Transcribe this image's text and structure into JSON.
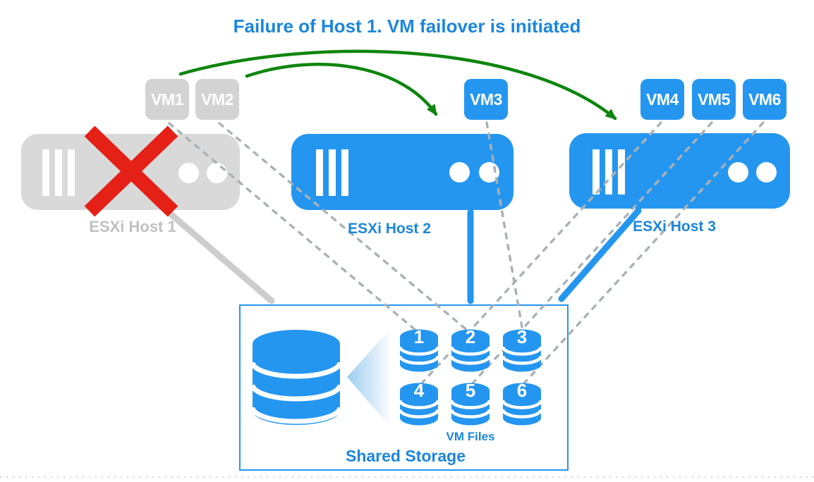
{
  "title": "Failure of Host 1. VM failover is initiated",
  "hosts": [
    {
      "label": "ESXi Host 1",
      "status": "failed",
      "vms": [
        "VM1",
        "VM2"
      ]
    },
    {
      "label": "ESXi Host 2",
      "status": "active",
      "vms": [
        "VM3"
      ]
    },
    {
      "label": "ESXi Host 3",
      "status": "active",
      "vms": [
        "VM4",
        "VM5",
        "VM6"
      ]
    }
  ],
  "storage": {
    "label": "Shared Storage",
    "files_label": "VM Files",
    "disks": [
      "1",
      "2",
      "3",
      "4",
      "5",
      "6"
    ]
  },
  "connections": {
    "failover_arrows": [
      {
        "from": "VM1",
        "to": "ESXi Host 3"
      },
      {
        "from": "VM2",
        "to": "ESXi Host 2"
      }
    ],
    "active_storage_links": [
      "ESXi Host 2",
      "ESXi Host 3"
    ],
    "failed_storage_link": "ESXi Host 1",
    "vm_file_links": [
      {
        "vm": "VM1",
        "file": "1"
      },
      {
        "vm": "VM2",
        "file": "2"
      },
      {
        "vm": "VM3",
        "file": "3"
      },
      {
        "vm": "VM4",
        "file": "4"
      },
      {
        "vm": "VM5",
        "file": "5"
      },
      {
        "vm": "VM6",
        "file": "6"
      }
    ]
  },
  "colors": {
    "primary_blue": "#2496F0",
    "text_blue": "#1B86DB",
    "failed_gray": "#D9D9D9",
    "failover_green": "#0E850E",
    "failure_red": "#E52017",
    "dash_gray": "#AAB1B6"
  }
}
